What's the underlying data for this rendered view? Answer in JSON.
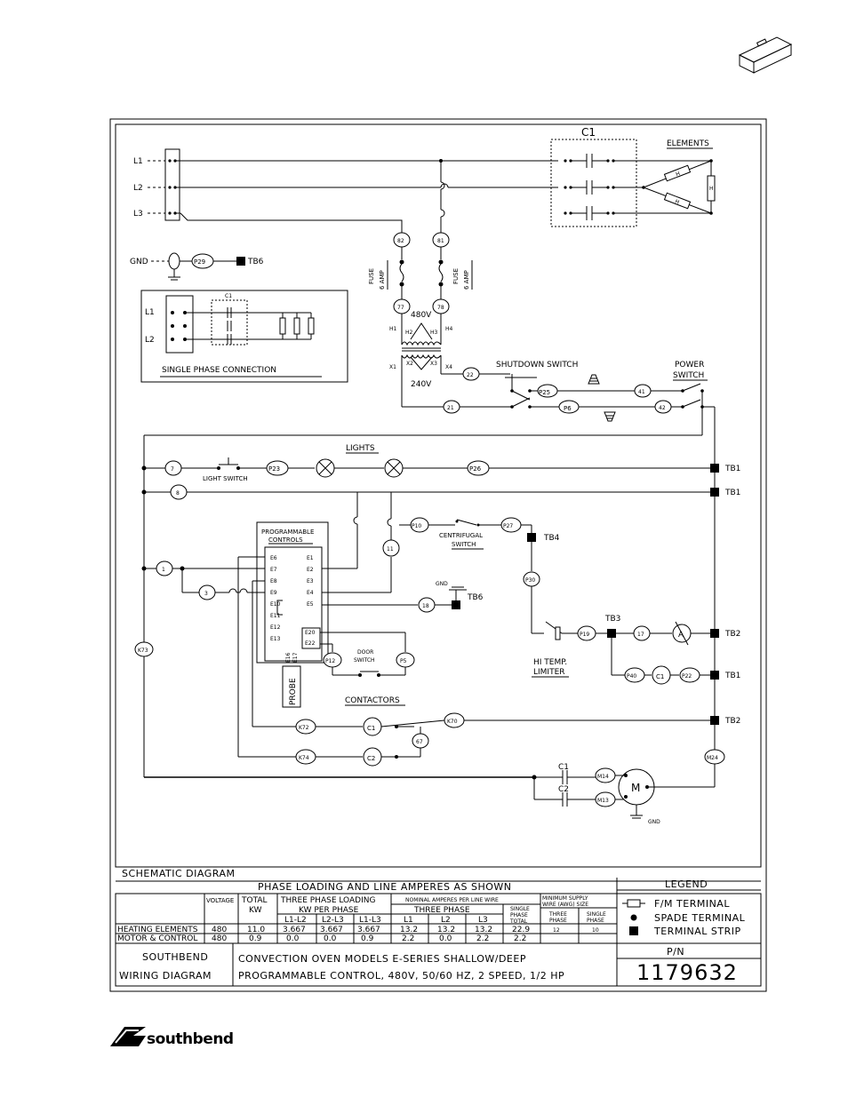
{
  "power_lines": [
    "L1",
    "L2",
    "L3"
  ],
  "gnd_label": "GND",
  "contactor_main": "C1",
  "elements_label": "ELEMENTS",
  "heater_label": "H",
  "fuse_label": "FUSE",
  "fuse_rating": "6 AMP",
  "wire_82": "82",
  "wire_81": "81",
  "wire_77": "77",
  "wire_78": "78",
  "transformer": {
    "primary_v": "480V",
    "secondary_v": "240V",
    "h1": "H1",
    "h2": "H2",
    "h3": "H3",
    "h4": "H4",
    "x1": "X1",
    "x2": "X2",
    "x3": "X3",
    "x4": "X4"
  },
  "wire_22": "22",
  "wire_21": "21",
  "shutdown_switch": "SHUTDOWN SWITCH",
  "power_switch": "POWER SWITCH",
  "p25": "P25",
  "p6": "P6",
  "w41": "41",
  "w42": "42",
  "p29": "P29",
  "tb6": "TB6",
  "single_phase": {
    "title": "SINGLE PHASE CONNECTION",
    "l1": "L1",
    "l2": "L2",
    "c1": "C1"
  },
  "lights_label": "LIGHTS",
  "w7": "7",
  "light_switch": "LIGHT SWITCH",
  "p23": "P23",
  "p26": "P26",
  "tb1": "TB1",
  "tb2": "TB2",
  "tb3": "TB3",
  "tb4": "TB4",
  "w8": "8",
  "programmable_controls": "PROGRAMMABLE CONTROLS",
  "terminals_left": [
    "E6",
    "E7",
    "E8",
    "E9",
    "E10",
    "E11",
    "E12",
    "E13"
  ],
  "terminals_right": [
    "E1",
    "E2",
    "E3",
    "E4",
    "E5"
  ],
  "e20": "E20",
  "e22": "E22",
  "e16": "E16",
  "e17": "E17",
  "probe": "PROBE",
  "w1": "1",
  "w3": "3",
  "w11": "11",
  "w18": "18",
  "p10": "P10",
  "centrifugal_switch": "CENTRIFUGAL SWITCH",
  "p27": "P27",
  "p30": "P30",
  "p12": "P12",
  "p5": "P5",
  "door_switch": "DOOR SWITCH",
  "k73": "K73",
  "p19": "P19",
  "w17": "17",
  "motor_a": "A",
  "hi_temp_limiter": "HI TEMP. LIMITER",
  "p40": "P40",
  "c1": "C1",
  "p22": "P22",
  "contactors_label": "CONTACTORS",
  "k72": "K72",
  "k70": "K70",
  "k74": "K74",
  "c2": "C2",
  "w67": "67",
  "m24": "M24",
  "m14": "M14",
  "m13": "M13",
  "cap1": "C1",
  "cap2": "C2",
  "motor_label": "M",
  "schematic_title": "SCHEMATIC DIAGRAM",
  "table": {
    "header": "PHASE LOADING AND LINE AMPERES AS SHOWN",
    "legend_title": "LEGEND",
    "col_voltage": "VOLTAGE",
    "col_total": "TOTAL KW",
    "col_phase_loading": "THREE PHASE LOADING KW PER PHASE",
    "col_nominal": "NOMINAL AMPERES PER LINE WIRE",
    "col_three_phase": "THREE PHASE",
    "col_single_phase_total": "SINGLE PHASE TOTAL",
    "col_min_supply": "MINIMUM SUPPLY WIRE (AWG) SIZE",
    "col_three_phase_short": "THREE PHASE",
    "col_single_phase_short": "SINGLE PHASE",
    "sub_l1l2": "L1-L2",
    "sub_l2l3": "L2-L3",
    "sub_l1l3": "L1-L3",
    "sub_l1": "L1",
    "sub_l2": "L2",
    "sub_l3": "L3",
    "rows": [
      {
        "name": "HEATING ELEMENTS",
        "voltage": "480",
        "total": "11.0",
        "p1": "3.667",
        "p2": "3.667",
        "p3": "3.667",
        "a1": "13.2",
        "a2": "13.2",
        "a3": "13.2",
        "single": "22.9",
        "w3": "12",
        "w1": "10"
      },
      {
        "name": "MOTOR & CONTROL",
        "voltage": "480",
        "total": "0.9",
        "p1": "0.0",
        "p2": "0.0",
        "p3": "0.9",
        "a1": "2.2",
        "a2": "0.0",
        "a3": "2.2",
        "single": "2.2",
        "w3": "",
        "w1": ""
      }
    ],
    "legend": [
      "F/M TERMINAL",
      "SPADE TERMINAL",
      "TERMINAL STRIP"
    ],
    "brand_line1": "SOUTHBEND",
    "brand_line2": "WIRING DIAGRAM",
    "desc_line1": "CONVECTION OVEN MODELS E-SERIES SHALLOW/DEEP",
    "desc_line2": "PROGRAMMABLE CONTROL, 480V, 50/60 HZ, 2 SPEED, 1/2 HP",
    "pn_label": "P/N",
    "pn": "1179632"
  },
  "logo_text": "southbend"
}
